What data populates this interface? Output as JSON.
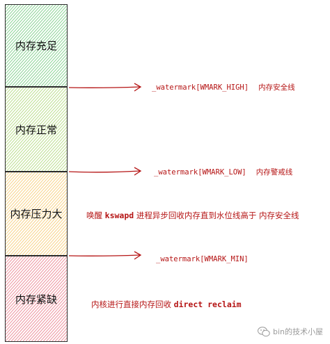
{
  "zones": [
    {
      "label": "内存充足",
      "color": "#39b54a"
    },
    {
      "label": "内存正常",
      "color": "#8cc63f"
    },
    {
      "label": "内存压力大",
      "color": "#f2b233"
    },
    {
      "label": "内存紧缺",
      "color": "#e0465a"
    }
  ],
  "watermarks": {
    "high": {
      "code": "_watermark[WMARK_HIGH]",
      "label": "内存安全线"
    },
    "low": {
      "code": "_watermark[WMARK_LOW]",
      "label": "内存警戒线"
    },
    "min": {
      "code": "_watermark[WMARK_MIN]"
    }
  },
  "notes": {
    "kswapd": {
      "prefix": "唤醒 ",
      "code": "kswapd",
      "middle": " 进程异步回收内存直到水位线高于 ",
      "suffix": "内存安全线"
    },
    "direct": {
      "prefix": "内核进行直接内存回收 ",
      "code": "direct reclaim"
    }
  },
  "brand": {
    "text": "bin的技术小屋",
    "icon": "wechat-icon"
  },
  "colors": {
    "accent": "#b51414",
    "border": "#2b2b2b"
  }
}
